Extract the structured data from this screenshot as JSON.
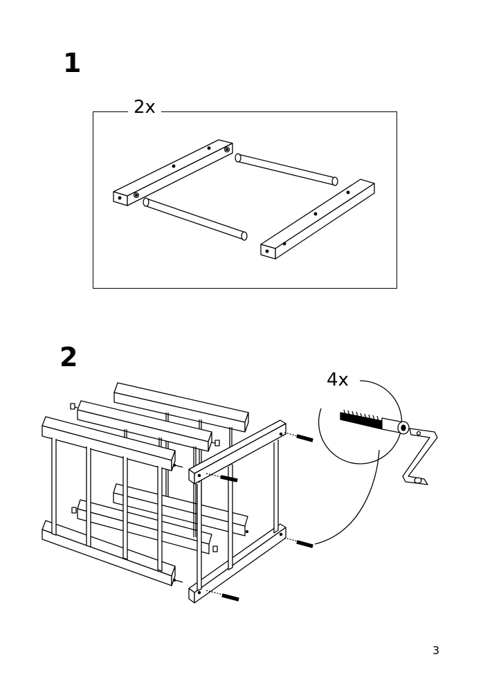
{
  "steps": [
    {
      "number": "1",
      "quantity": "2x"
    },
    {
      "number": "2",
      "quantity": "4x"
    }
  ],
  "page_number": "3",
  "colors": {
    "ink": "#000000",
    "paper": "#ffffff"
  },
  "icons": [
    "allen-key-icon",
    "screw-icon",
    "dowel-icon",
    "wooden-rail-icon"
  ]
}
